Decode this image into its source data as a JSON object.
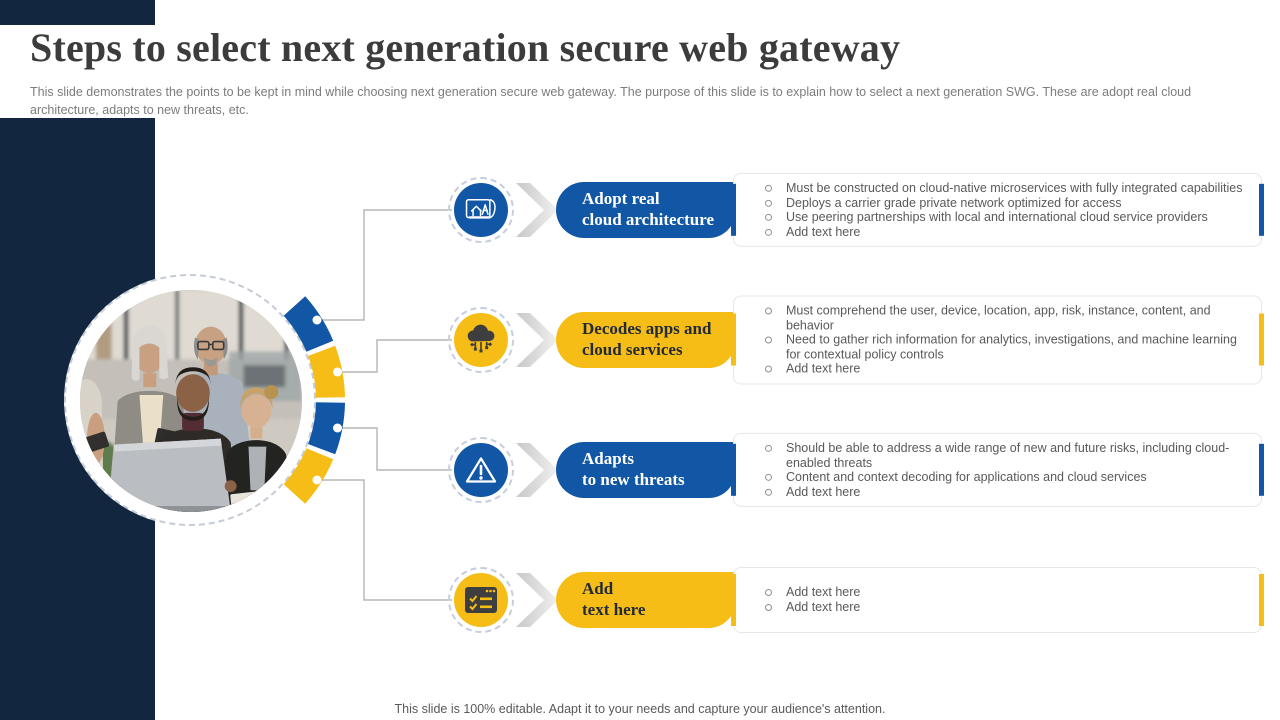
{
  "slide": {
    "title": "Steps to select next generation secure web gateway",
    "subtitle": "This slide demonstrates the points to be kept in mind while choosing next generation secure web gateway. The purpose of this slide is to explain how to select a next generation SWG. These are adopt real cloud architecture, adapts to new threats, etc.",
    "footer": "This slide is 100% editable. Adapt it to your needs and capture your audience's attention."
  },
  "colors": {
    "navy_band": "#12263F",
    "blue_accent": "#1157A6",
    "yellow_accent": "#F6BD16",
    "bullet_text": "#595959",
    "title_text": "#3C3C3C"
  },
  "steps": [
    {
      "accent": "blue",
      "icon": "blueprint-architecture-icon",
      "banner_line1": "Adopt real",
      "banner_line2": "cloud architecture",
      "bullets": [
        "Must be constructed on cloud-native microservices with fully integrated capabilities",
        "Deploys a carrier grade private network optimized for access",
        "Use peering partnerships with local and international cloud service providers",
        "Add text here"
      ]
    },
    {
      "accent": "yellow",
      "icon": "cloud-network-icon",
      "banner_line1": "Decodes apps and",
      "banner_line2": "cloud services",
      "bullets": [
        "Must comprehend the user, device, location, app, risk, instance, content, and behavior",
        "Need to gather rich information for analytics, investigations, and machine learning for contextual policy controls",
        "Add text here"
      ]
    },
    {
      "accent": "blue",
      "icon": "warning-triangle-icon",
      "banner_line1": "Adapts",
      "banner_line2": "to new threats",
      "bullets": [
        "Should be able to address a wide range of new and future risks, including cloud-enabled threats",
        "Content and context decoding for applications and cloud services",
        "Add text here"
      ]
    },
    {
      "accent": "yellow",
      "icon": "checklist-window-icon",
      "banner_line1": "Add",
      "banner_line2": "text here",
      "bullets": [
        "Add text here",
        "Add text here"
      ]
    }
  ]
}
